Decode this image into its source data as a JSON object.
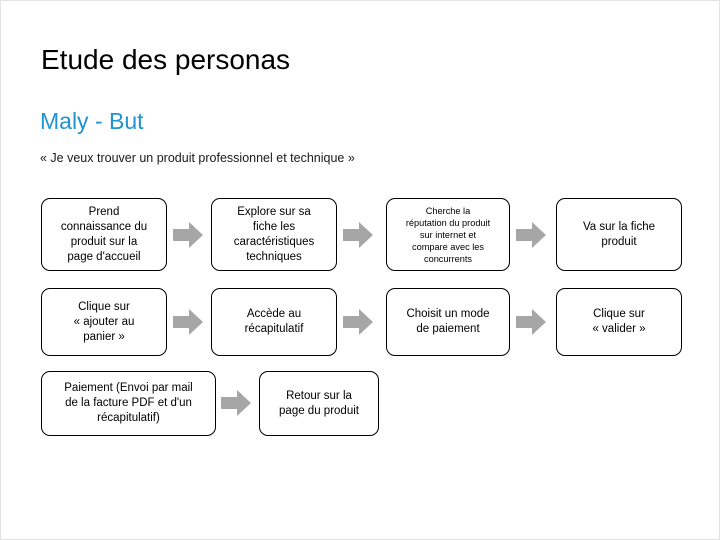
{
  "slide": {
    "title": "Etude des personas",
    "subtitle": "Maly - But",
    "quote": "« Je veux trouver un produit professionnel et technique »",
    "accent_color": "#2093d1",
    "arrow_color": "#a6a6a6",
    "box_border_color": "#000000",
    "background_color": "#ffffff"
  },
  "flow": {
    "rows": [
      {
        "boxes": [
          {
            "text": "Prend\nconnaissance du\nproduit sur la\npage d'accueil"
          },
          {
            "text": "Explore sur sa\nfiche les\ncaractéristiques\ntechniques"
          },
          {
            "text": "Cherche la\nréputation du produit\nsur internet et\ncompare avec les\nconcurrents"
          },
          {
            "text": "Va sur la fiche\nproduit"
          }
        ],
        "arrows": 3
      },
      {
        "boxes": [
          {
            "text": "Clique sur\n« ajouter au\npanier »"
          },
          {
            "text": "Accède au\nrécapitulatif"
          },
          {
            "text": "Choisit un mode\nde paiement"
          },
          {
            "text": "Clique sur\n« valider »"
          }
        ],
        "arrows": 3
      },
      {
        "boxes": [
          {
            "text": "Paiement (Envoi par mail\nde la facture PDF et d'un\nrécapitulatif)"
          },
          {
            "text": "Retour sur la\npage du produit"
          }
        ],
        "arrows": 1
      }
    ]
  }
}
